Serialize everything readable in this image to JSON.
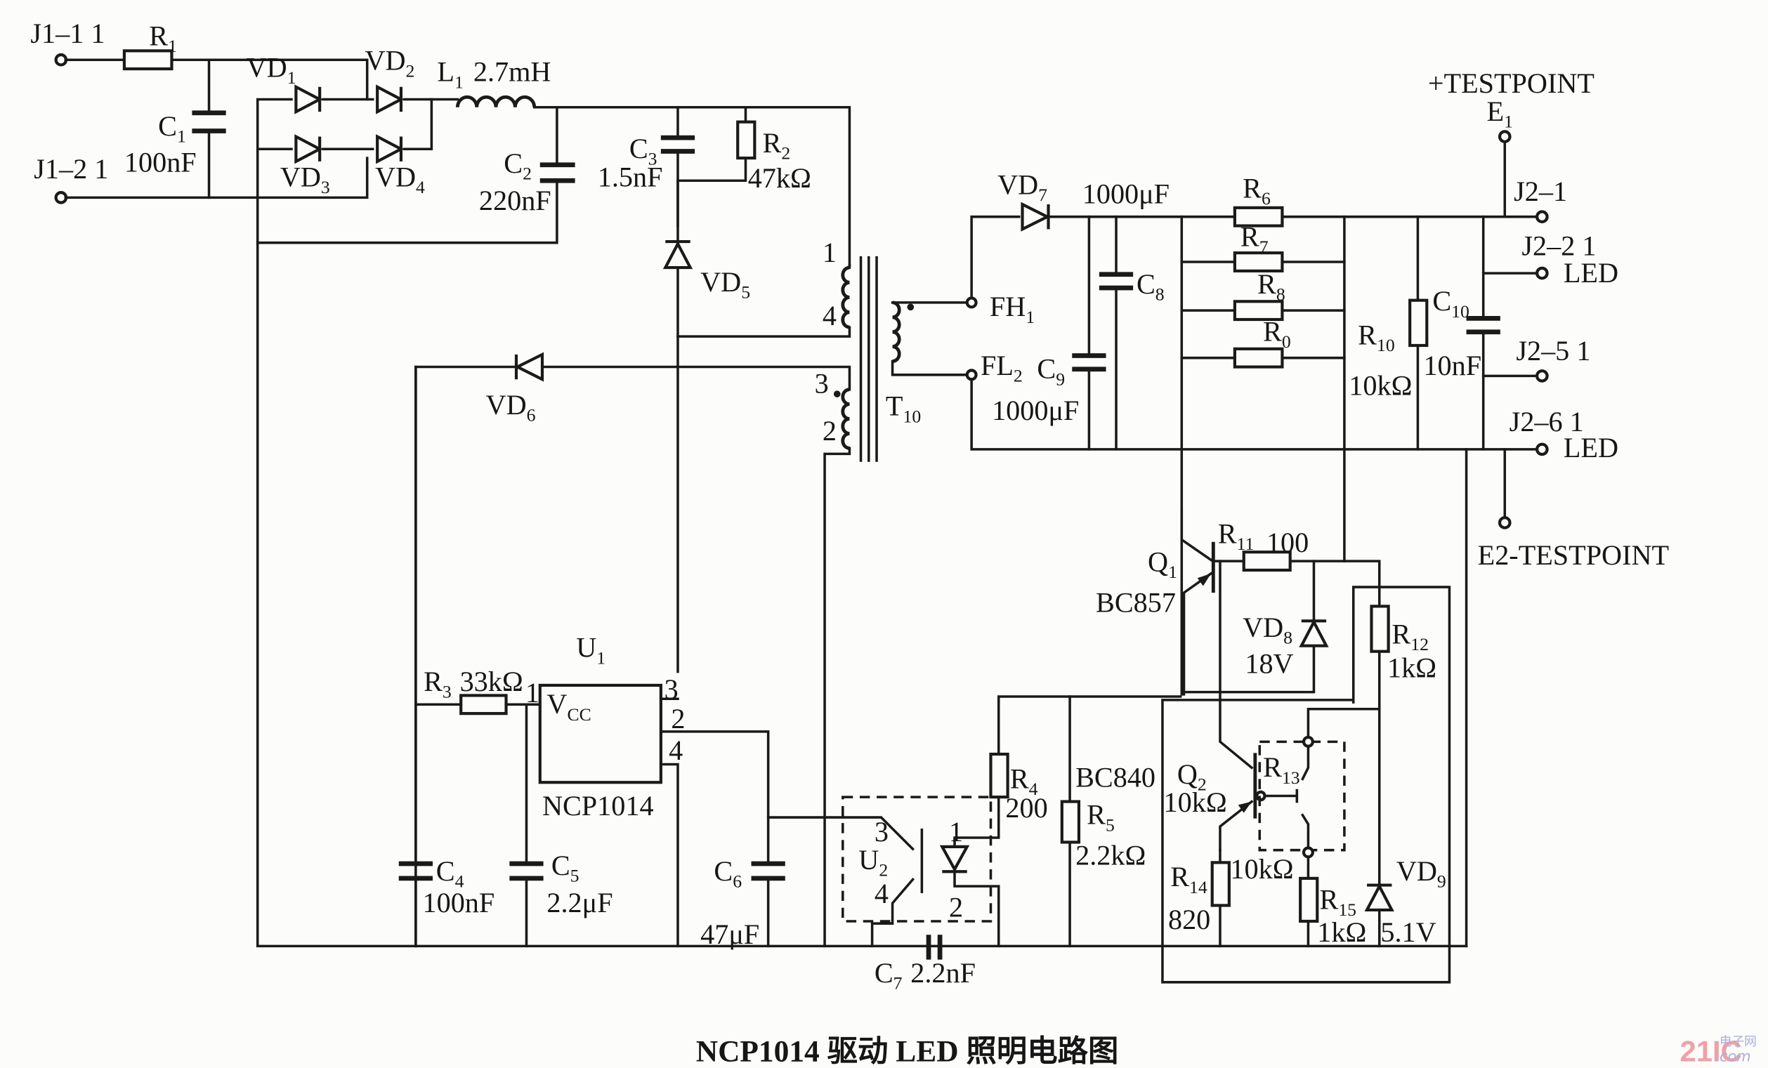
{
  "figure": {
    "title": "NCP1014 驱动 LED 照明电路图",
    "watermark": {
      "brand": "21IC",
      "cn": "电子网",
      "domain": ".com"
    },
    "colors": {
      "ink": "#1a1a1a",
      "paper": "#fcfcfa",
      "watermark_red": "#f0a0a8",
      "watermark_blue": "#aab0d8"
    }
  },
  "connectors": {
    "j1_1": "J1–1  1",
    "j1_2": "J1–2  1",
    "j2_1": "J2–1",
    "j2_2": "J2–2 1",
    "j2_5": "J2–5 1",
    "j2_6": "J2–6 1",
    "led_a": "LED",
    "led_b": "LED",
    "testpoint_pos": "+TESTPOINT",
    "e1": "E",
    "e1_sub": "1",
    "testpoint_neg": "E2-TESTPOINT"
  },
  "components": {
    "R1": {
      "ref": "R",
      "sub": "1"
    },
    "C1": {
      "ref": "C",
      "sub": "1",
      "value": "100nF"
    },
    "VD1": {
      "ref": "VD",
      "sub": "1"
    },
    "VD2": {
      "ref": "VD",
      "sub": "2"
    },
    "VD3": {
      "ref": "VD",
      "sub": "3"
    },
    "VD4": {
      "ref": "VD",
      "sub": "4"
    },
    "L1": {
      "ref": "L",
      "sub": "1",
      "value": "2.7mH"
    },
    "C2": {
      "ref": "C",
      "sub": "2",
      "value": "220nF"
    },
    "C3": {
      "ref": "C",
      "sub": "3",
      "value": "1.5nF"
    },
    "R2": {
      "ref": "R",
      "sub": "2",
      "value": "47kΩ"
    },
    "VD5": {
      "ref": "VD",
      "sub": "5"
    },
    "VD6": {
      "ref": "VD",
      "sub": "6"
    },
    "T10": {
      "ref": "T",
      "sub": "10",
      "pins": [
        "1",
        "4",
        "3",
        "2"
      ]
    },
    "FH1": {
      "ref": "FH",
      "sub": "1"
    },
    "FL2": {
      "ref": "FL",
      "sub": "2"
    },
    "VD7": {
      "ref": "VD",
      "sub": "7"
    },
    "C8": {
      "ref": "C",
      "sub": "8",
      "value": "1000μF"
    },
    "C9": {
      "ref": "C",
      "sub": "9",
      "value": "1000μF"
    },
    "R6": {
      "ref": "R",
      "sub": "6"
    },
    "R7": {
      "ref": "R",
      "sub": "7"
    },
    "R8": {
      "ref": "R",
      "sub": "8"
    },
    "R0": {
      "ref": "R",
      "sub": "0"
    },
    "R10": {
      "ref": "R",
      "sub": "10",
      "value": "10kΩ"
    },
    "C10": {
      "ref": "C",
      "sub": "10",
      "value": "10nF"
    },
    "U1": {
      "ref": "U",
      "sub": "1",
      "part": "NCP1014",
      "pin_label": "V",
      "pin_label_sub": "CC",
      "pins": [
        "1",
        "3",
        "2",
        "4"
      ]
    },
    "R3": {
      "ref": "R",
      "sub": "3",
      "value": "33kΩ"
    },
    "C4": {
      "ref": "C",
      "sub": "4",
      "value": "100nF"
    },
    "C5": {
      "ref": "C",
      "sub": "5",
      "value": "2.2μF"
    },
    "C6": {
      "ref": "C",
      "sub": "6",
      "value": "47μF"
    },
    "U2": {
      "ref": "U",
      "sub": "2",
      "pins": [
        "3",
        "4",
        "1",
        "2"
      ]
    },
    "C7": {
      "ref": "C",
      "sub": "7",
      "value": "2.2nF"
    },
    "R4": {
      "ref": "R",
      "sub": "4",
      "value": "200"
    },
    "R5": {
      "ref": "R",
      "sub": "5",
      "value": "2.2kΩ"
    },
    "Q1": {
      "ref": "Q",
      "sub": "1",
      "part": "BC857"
    },
    "R11": {
      "ref": "R",
      "sub": "11",
      "value": "100"
    },
    "VD8": {
      "ref": "VD",
      "sub": "8",
      "value": "18V"
    },
    "R12": {
      "ref": "R",
      "sub": "12",
      "value": "1kΩ"
    },
    "Q2": {
      "ref": "Q",
      "sub": "2",
      "part": "BC840",
      "value": "10kΩ"
    },
    "R13": {
      "ref": "R",
      "sub": "13",
      "value": "10kΩ"
    },
    "R14": {
      "ref": "R",
      "sub": "14",
      "value": "820"
    },
    "R15": {
      "ref": "R",
      "sub": "15",
      "value": "1kΩ"
    },
    "VD9": {
      "ref": "VD",
      "sub": "9",
      "value": "5.1V"
    }
  }
}
